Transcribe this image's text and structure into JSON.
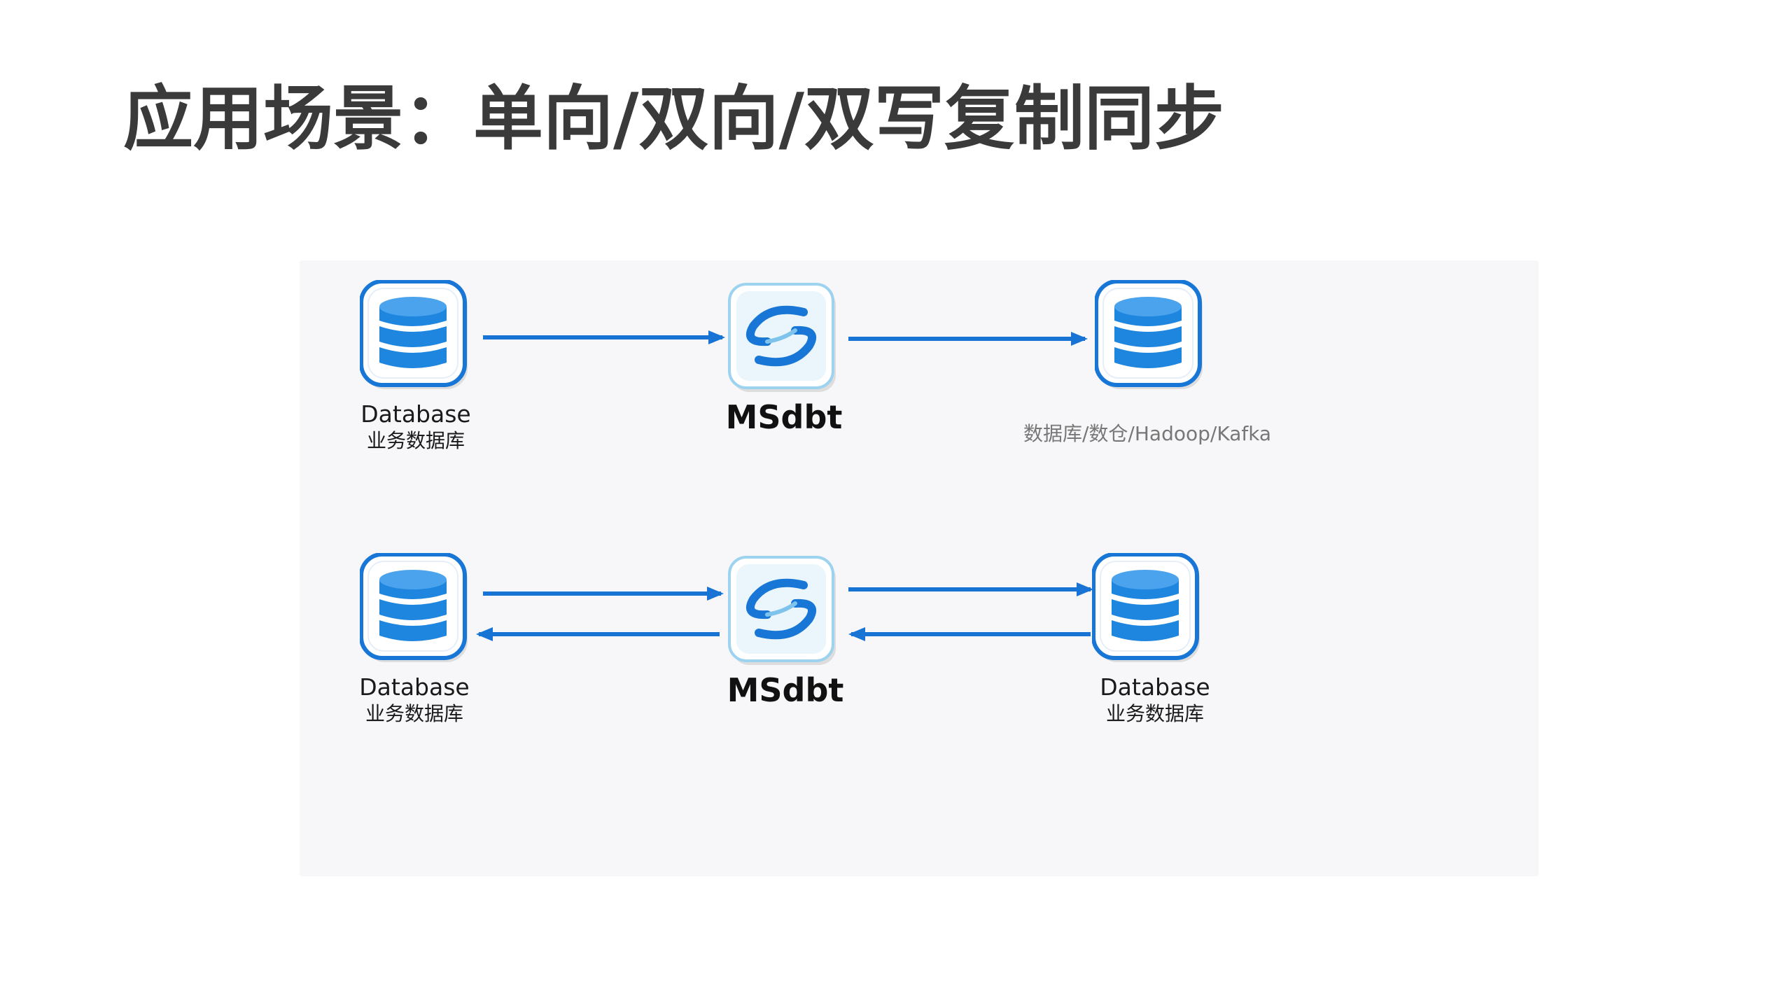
{
  "title": "应用场景：单向/双向/双写复制同步",
  "colors": {
    "accent": "#1877d6",
    "arrow": "#1774d4",
    "db_fill": "#1f86e0",
    "panel_bg": "#f7f7f9",
    "title": "#3a3a3a",
    "muted_text": "#777777"
  },
  "scenario_one_way": {
    "source": {
      "icon": "database-icon",
      "label_en": "Database",
      "label_cn": "业务数据库"
    },
    "hub": {
      "icon": "msdbt-logo-icon",
      "label": "MSdbt"
    },
    "target": {
      "icon": "database-icon",
      "label": "数据库/数仓/Hadoop/Kafka"
    },
    "arrows": [
      "source-to-hub",
      "hub-to-target"
    ]
  },
  "scenario_two_way": {
    "left": {
      "icon": "database-icon",
      "label_en": "Database",
      "label_cn": "业务数据库"
    },
    "hub": {
      "icon": "msdbt-logo-icon",
      "label": "MSdbt"
    },
    "right": {
      "icon": "database-icon",
      "label_en": "Database",
      "label_cn": "业务数据库"
    },
    "arrows": [
      "left-to-hub",
      "hub-to-left",
      "hub-to-right",
      "right-to-hub"
    ]
  }
}
